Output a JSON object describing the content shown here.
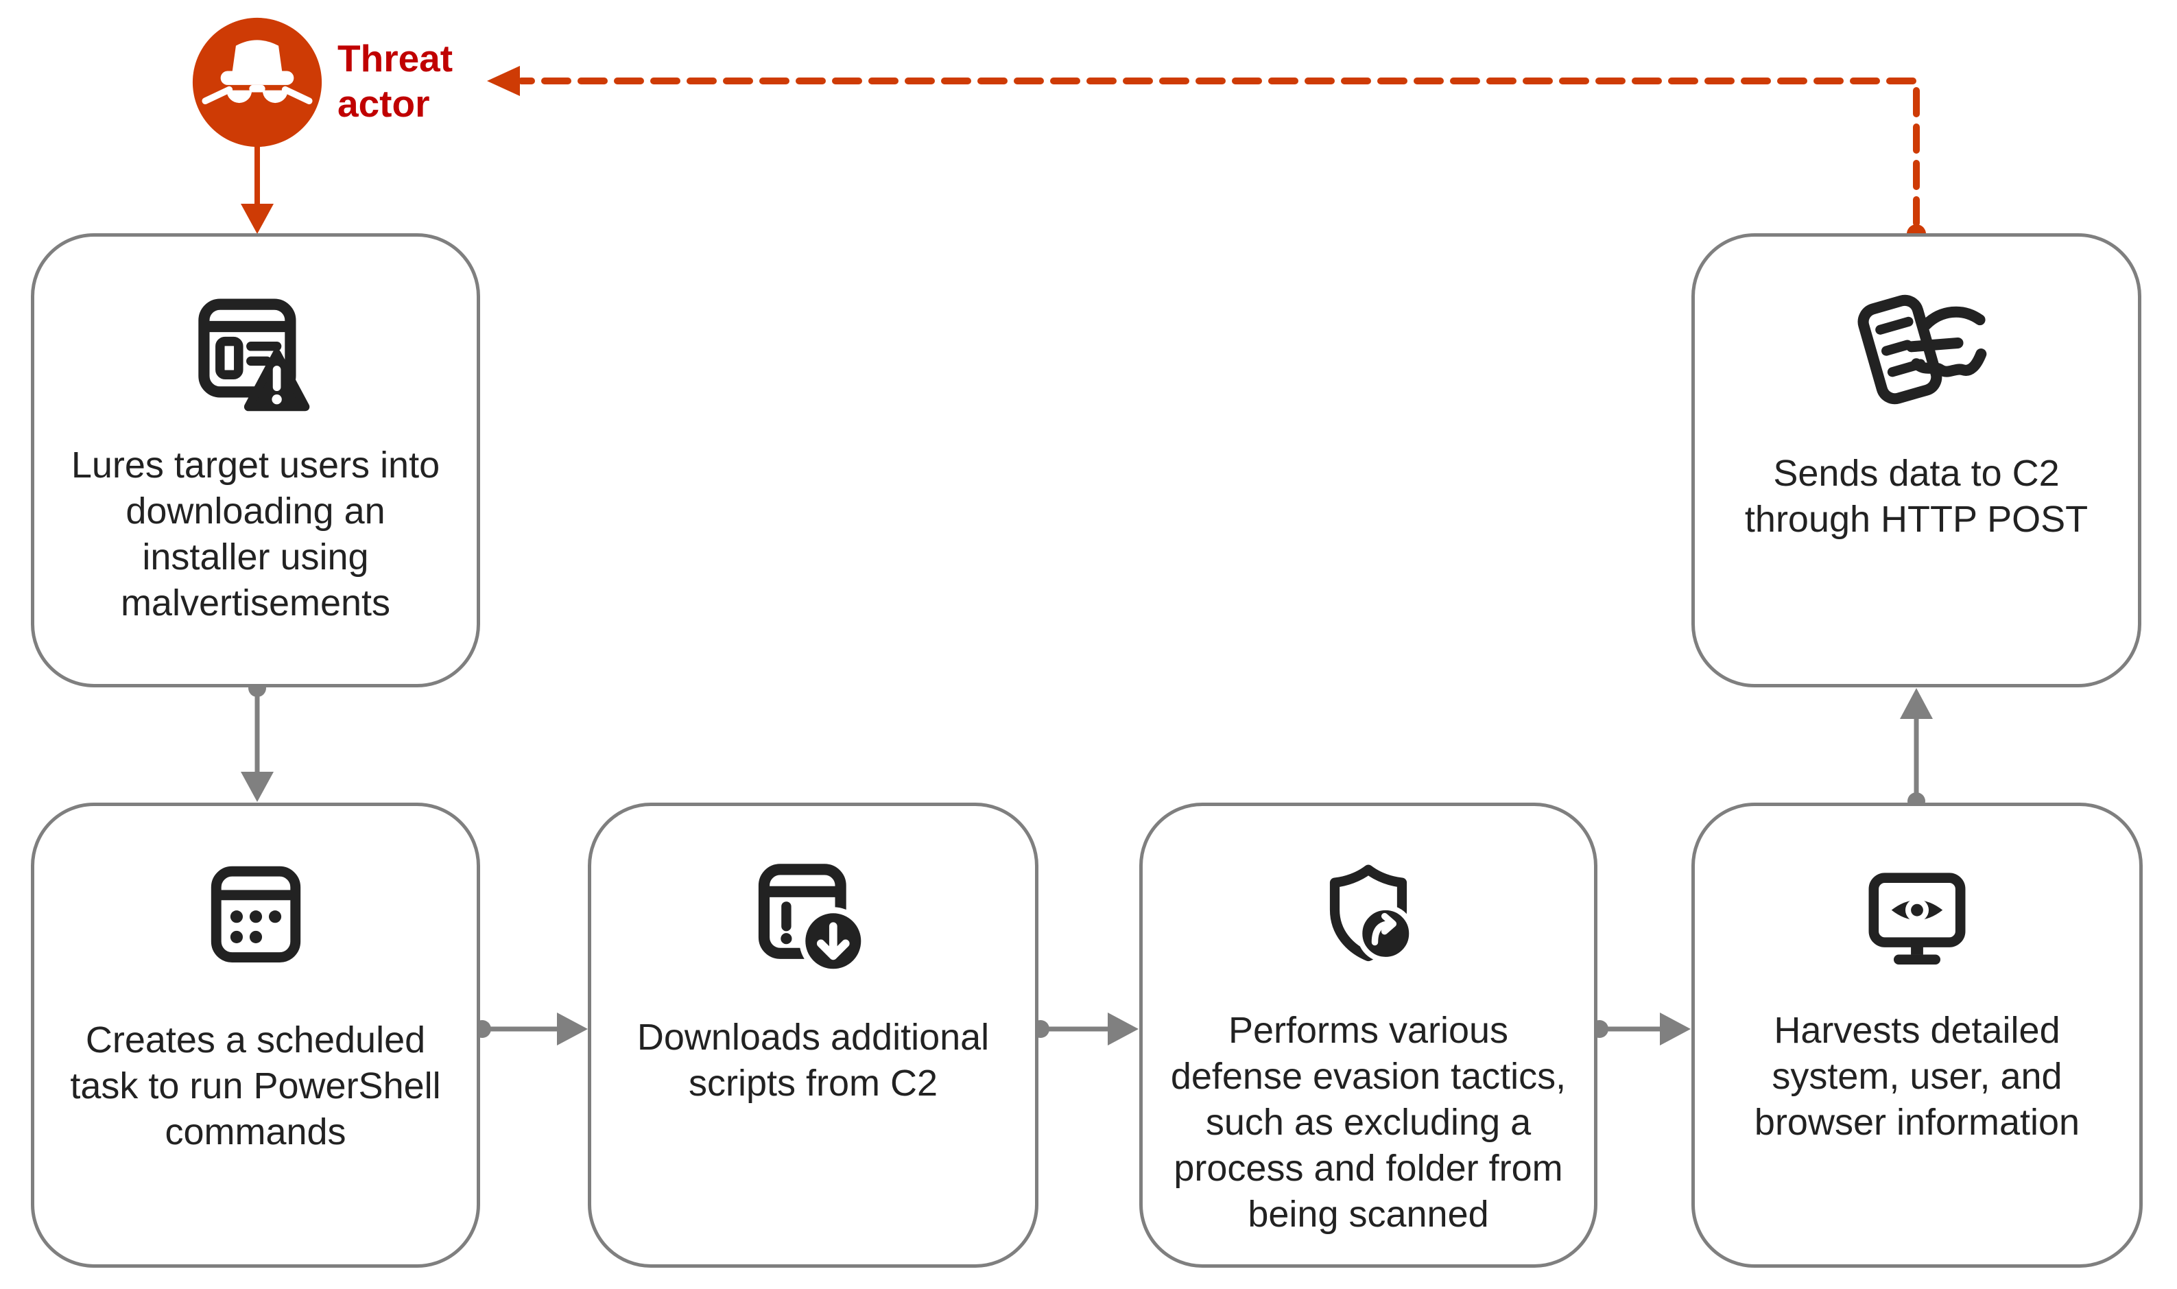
{
  "diagram": {
    "threat_actor": {
      "label": "Threat\nactor",
      "icon": "threat-actor-icon"
    },
    "nodes": [
      {
        "id": "lure",
        "icon": "browser-warning-icon",
        "label": "Lures target users into\ndownloading an\ninstaller using\nmalvertisements"
      },
      {
        "id": "scheduled-task",
        "icon": "scheduled-task-icon",
        "label": "Creates a scheduled\ntask to run PowerShell\ncommands"
      },
      {
        "id": "download-scripts",
        "icon": "script-download-icon",
        "label": "Downloads additional\nscripts from C2"
      },
      {
        "id": "defense-evasion",
        "icon": "shield-bypass-icon",
        "label": "Performs various\ndefense evasion tactics,\nsuch as excluding a\nprocess and folder from\nbeing scanned"
      },
      {
        "id": "harvest-info",
        "icon": "monitor-eye-icon",
        "label": "Harvests detailed\nsystem, user, and\nbrowser information"
      },
      {
        "id": "send-c2",
        "icon": "document-grab-icon",
        "label": "Sends data to C2\nthrough HTTP POST"
      }
    ],
    "colors": {
      "accent_orange": "#CE3B05",
      "label_red": "#C00000",
      "box_border_gray": "#7F7F7F",
      "arrow_gray": "#808080",
      "icon_black": "#222222",
      "text_black": "#222222",
      "background": "#FFFFFF"
    }
  }
}
